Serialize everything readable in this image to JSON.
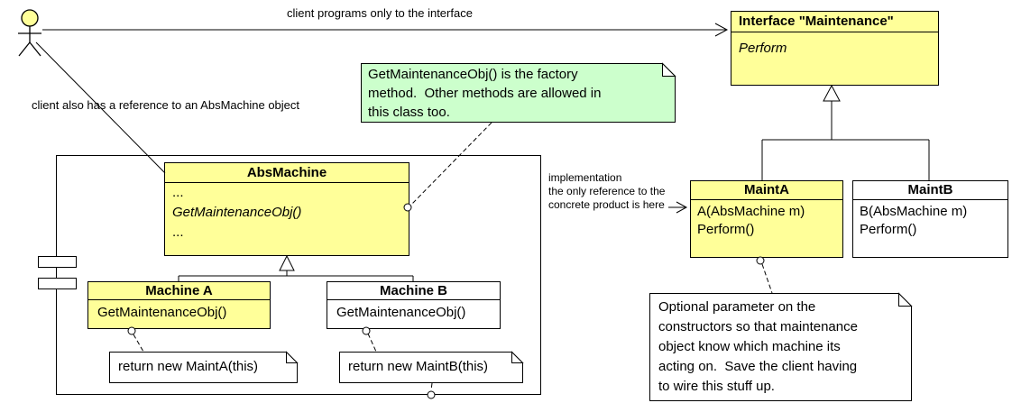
{
  "colors": {
    "yellow": "#FFFF99",
    "green": "#CCFFCC",
    "white": "#FFFFFF",
    "border": "#000000"
  },
  "icons": {
    "actor": "stick-figure-actor"
  },
  "labels": {
    "client_programs": "client programs only to the interface",
    "client_reference": "client also has a reference to an AbsMachine object",
    "implementation": "implementation\nthe only reference to the\nconcrete product is here"
  },
  "classes": {
    "interface_maintenance": {
      "title": "Interface \"Maintenance\"",
      "members": [
        "Perform"
      ]
    },
    "abs_machine": {
      "title": "AbsMachine",
      "members": [
        "...",
        "GetMaintenanceObj()",
        "..."
      ]
    },
    "machine_a": {
      "title": "Machine A",
      "members": [
        "GetMaintenanceObj()"
      ]
    },
    "machine_b": {
      "title": "Machine B",
      "members": [
        "GetMaintenanceObj()"
      ]
    },
    "maint_a": {
      "title": "MaintA",
      "members": [
        "A(AbsMachine m)",
        "Perform()"
      ]
    },
    "maint_b": {
      "title": "MaintB",
      "members": [
        "B(AbsMachine m)",
        "Perform()"
      ]
    }
  },
  "notes": {
    "factory": "GetMaintenanceObj() is the factory\nmethod.  Other methods are allowed in\nthis class too.",
    "return_maint_a": "return new MaintA(this)",
    "return_maint_b": "return new MaintB(this)",
    "optional_param": "Optional parameter on the\nconstructors so that maintenance\nobject know which machine its\nacting on.  Save the client having\nto wire this stuff up."
  }
}
